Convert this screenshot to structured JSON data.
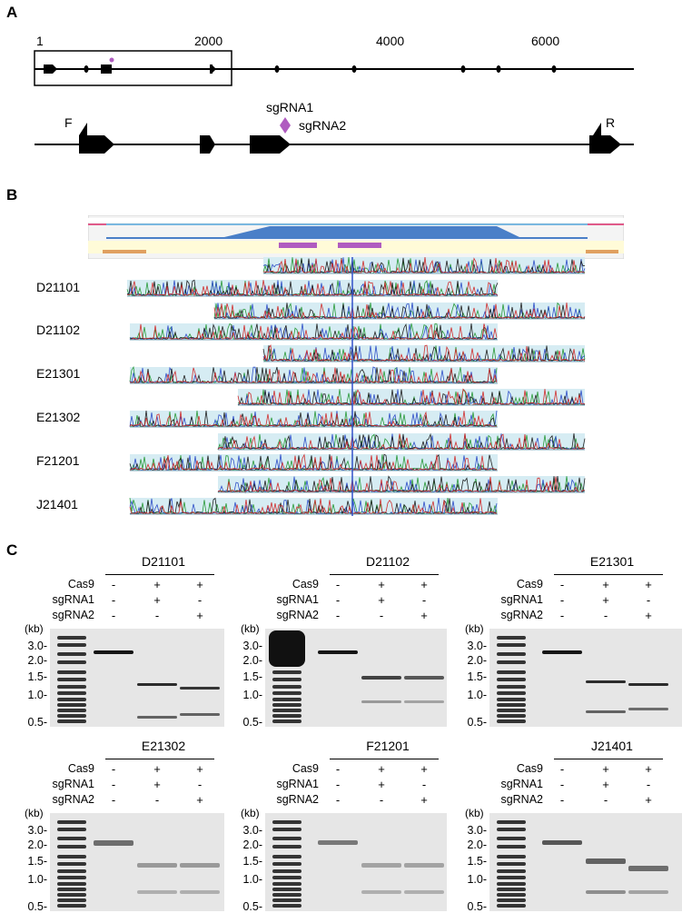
{
  "panels": {
    "a": "A",
    "b": "B",
    "c": "C"
  },
  "panel_a": {
    "scale_labels": [
      "1",
      "2000",
      "4000",
      "6000"
    ],
    "primer_f": "F",
    "primer_r": "R",
    "sgrna1": "sgRNA1",
    "sgrna2": "sgRNA2"
  },
  "panel_b": {
    "samples": [
      "D21101",
      "D21102",
      "E21301",
      "E21302",
      "F21201",
      "J21401"
    ]
  },
  "panel_c": {
    "row_labels": [
      "Cas9",
      "sgRNA1",
      "sgRNA2"
    ],
    "kb_label": "(kb)",
    "ticks": [
      "3.0-",
      "2.0-",
      "1.5-",
      "1.0-",
      "0.5-"
    ],
    "gels": [
      {
        "title": "D21101",
        "signs": [
          [
            "-",
            "+",
            "+"
          ],
          [
            "-",
            "+",
            "-"
          ],
          [
            "-",
            "-",
            "+"
          ]
        ]
      },
      {
        "title": "D21102",
        "signs": [
          [
            "-",
            "+",
            "+"
          ],
          [
            "-",
            "+",
            "-"
          ],
          [
            "-",
            "-",
            "+"
          ]
        ]
      },
      {
        "title": "E21301",
        "signs": [
          [
            "-",
            "+",
            "+"
          ],
          [
            "-",
            "+",
            "-"
          ],
          [
            "-",
            "-",
            "+"
          ]
        ]
      },
      {
        "title": "E21302",
        "signs": [
          [
            "-",
            "+",
            "+"
          ],
          [
            "-",
            "+",
            "-"
          ],
          [
            "-",
            "-",
            "+"
          ]
        ]
      },
      {
        "title": "F21201",
        "signs": [
          [
            "-",
            "+",
            "+"
          ],
          [
            "-",
            "+",
            "-"
          ],
          [
            "-",
            "-",
            "+"
          ]
        ]
      },
      {
        "title": "J21401",
        "signs": [
          [
            "-",
            "+",
            "+"
          ],
          [
            "-",
            "+",
            "-"
          ],
          [
            "-",
            "-",
            "+"
          ]
        ]
      }
    ]
  },
  "colors": {
    "sgrna_marker": "#b05cc0",
    "coverage": "#4a7fc8",
    "trace_a": "#2a9a3a",
    "trace_c": "#3050c8",
    "trace_g": "#222222",
    "trace_t": "#d03030"
  }
}
